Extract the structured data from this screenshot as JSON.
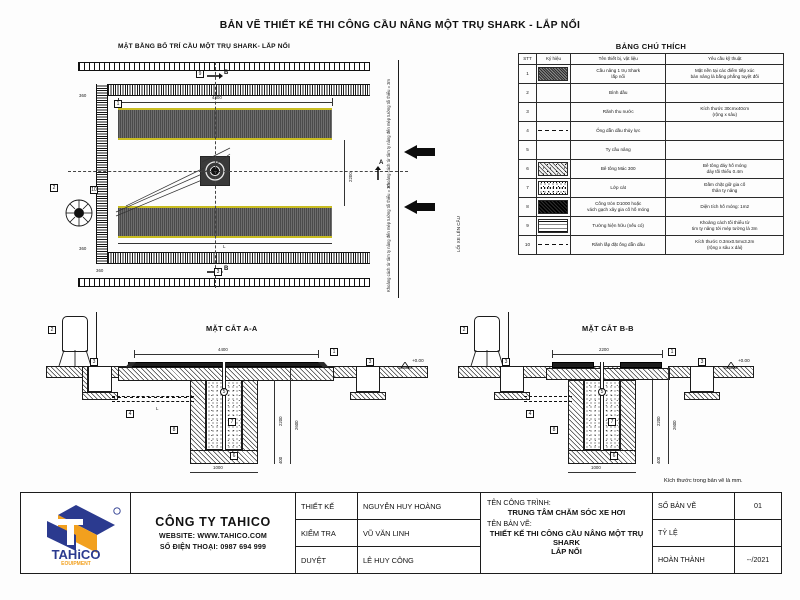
{
  "sheet": {
    "main_title": "BẢN VẼ THIẾT KẾ THI CÔNG CẦU NÂNG MỘT TRỤ SHARK - LẮP NỔI",
    "unit_note": "Kích thước trong bản vẽ là mm."
  },
  "plan": {
    "title": "MẶT BẰNG BỐ TRÍ CẦU MỘT TRỤ SHARK- LẮP NỔI",
    "dim_length": "4400",
    "dim_width": "2200",
    "dim_wall_top": "360",
    "dim_wall_bottom": "360",
    "dim_left_top": "360",
    "dim_left_bottom": "360",
    "label_L": "L",
    "note_top": "Khoảng cách từ tâm ty nâng đến mép tường tối thiểu = 3m",
    "note_bottom": "Khoảng cách từ tâm ty nâng đến mép tường tối thiểu = 3m",
    "entry_label": "LỐI XE LÊN CẦU",
    "section_a_top": "A",
    "section_a_bottom": "A",
    "section_b_top": "B",
    "section_b_bottom": "B"
  },
  "section_a": {
    "title": "MẶT CẮT A-A",
    "dim_top": "4400",
    "level": "+0.00",
    "dim_L": "L",
    "dim_pit_depth": "2200",
    "dim_total_depth": "2600",
    "dim_base": "400",
    "dim_pit_width": "1000"
  },
  "section_b": {
    "title": "MẶT CẮT B-B",
    "dim_top": "2200",
    "level": "+0.00",
    "dim_pit_depth": "2200",
    "dim_total_depth": "2600",
    "dim_base": "400",
    "dim_pit_width": "1000"
  },
  "legend": {
    "title": "BẢNG CHÚ THÍCH",
    "headers": [
      "STT",
      "Ký hiệu",
      "Tên thiết bị, vật liệu",
      "Yêu cầu kỹ thuật"
    ],
    "rows": [
      {
        "stt": "1",
        "symbol": "dark-mesh",
        "name": "Cầu nâng 1 trụ Shark\nlắp nổi",
        "req": "Mặt nền tại các điểm tiếp xúc\nbàn nâng là bằng phẳng tuyệt đối"
      },
      {
        "stt": "2",
        "symbol": "none",
        "name": "Bình dầu",
        "req": ""
      },
      {
        "stt": "3",
        "symbol": "none",
        "name": "Rãnh thu nước",
        "req": "Kích thước 30cmx40cm\n(rộng x sâu)"
      },
      {
        "stt": "4",
        "symbol": "dashed-lines",
        "name": "Ống dẫn dầu thủy lực",
        "req": ""
      },
      {
        "stt": "5",
        "symbol": "none",
        "name": "Ty cầu nâng",
        "req": ""
      },
      {
        "stt": "6",
        "symbol": "concrete-hatch",
        "name": "Bê tông Mác 300",
        "req": "Bê tông đáy hố móng\ndày tối thiểu 0.4m"
      },
      {
        "stt": "7",
        "symbol": "sand-dots",
        "name": "Lớp cát",
        "req": "Đầm chặt giữ gia cố\nthân ty nâng"
      },
      {
        "stt": "8",
        "symbol": "solid-dark",
        "name": "Cống tròn D1000 hoặc\nvách gạch xây gia cố hố móng",
        "req": "Diện tích hố móng: 1m2"
      },
      {
        "stt": "9",
        "symbol": "brick-hatch",
        "name": "Tường hiện hữu (nếu có)",
        "req": "Khoảng cách tối thiểu từ\ntim ty nâng tới mép tường là 3m"
      },
      {
        "stt": "10",
        "symbol": "dashed-pair",
        "name": "Rãnh lắp đặt ống dẫn dầu",
        "req": "Kích thước 0.3mx0.5mx3.2m\n(rộng x sâu x dài)"
      }
    ]
  },
  "titleblock": {
    "company_name": "CÔNG TY TAHICO",
    "website": "WEBSITE: WWW.TAHICO.COM",
    "phone": "SỐ ĐIỆN THOẠI: 0987 694 999",
    "logo_text": "TAHICO",
    "logo_sub": "EQUIPMENT",
    "signatures": [
      {
        "role": "THIẾT KẾ",
        "name": "NGUYỄN HUY HOÀNG"
      },
      {
        "role": "KIỂM TRA",
        "name": "VŨ VĂN LINH"
      },
      {
        "role": "DUYỆT",
        "name": "LÊ HUY CÔNG"
      }
    ],
    "project_label": "TÊN CÔNG TRÌNH:",
    "project_value": "TRUNG TÂM CHĂM SÓC XE HƠI",
    "drawing_label": "TÊN BẢN VẼ:",
    "drawing_value_line1": "THIẾT KẾ THI CÔNG CẦU NÂNG MỘT TRỤ SHARK",
    "drawing_value_line2": "LẮP NỔI",
    "meta": [
      {
        "key": "SỐ BẢN VẼ",
        "value": "01"
      },
      {
        "key": "TỶ LỆ",
        "value": ""
      },
      {
        "key": "HOÀN THÀNH",
        "value": "--/2021"
      }
    ]
  },
  "colors": {
    "ink": "#111111",
    "platform_edge": "#c9bd21",
    "platform_fill": "#565656",
    "logo_blue": "#2b3a8f",
    "logo_orange": "#f2a01e"
  }
}
